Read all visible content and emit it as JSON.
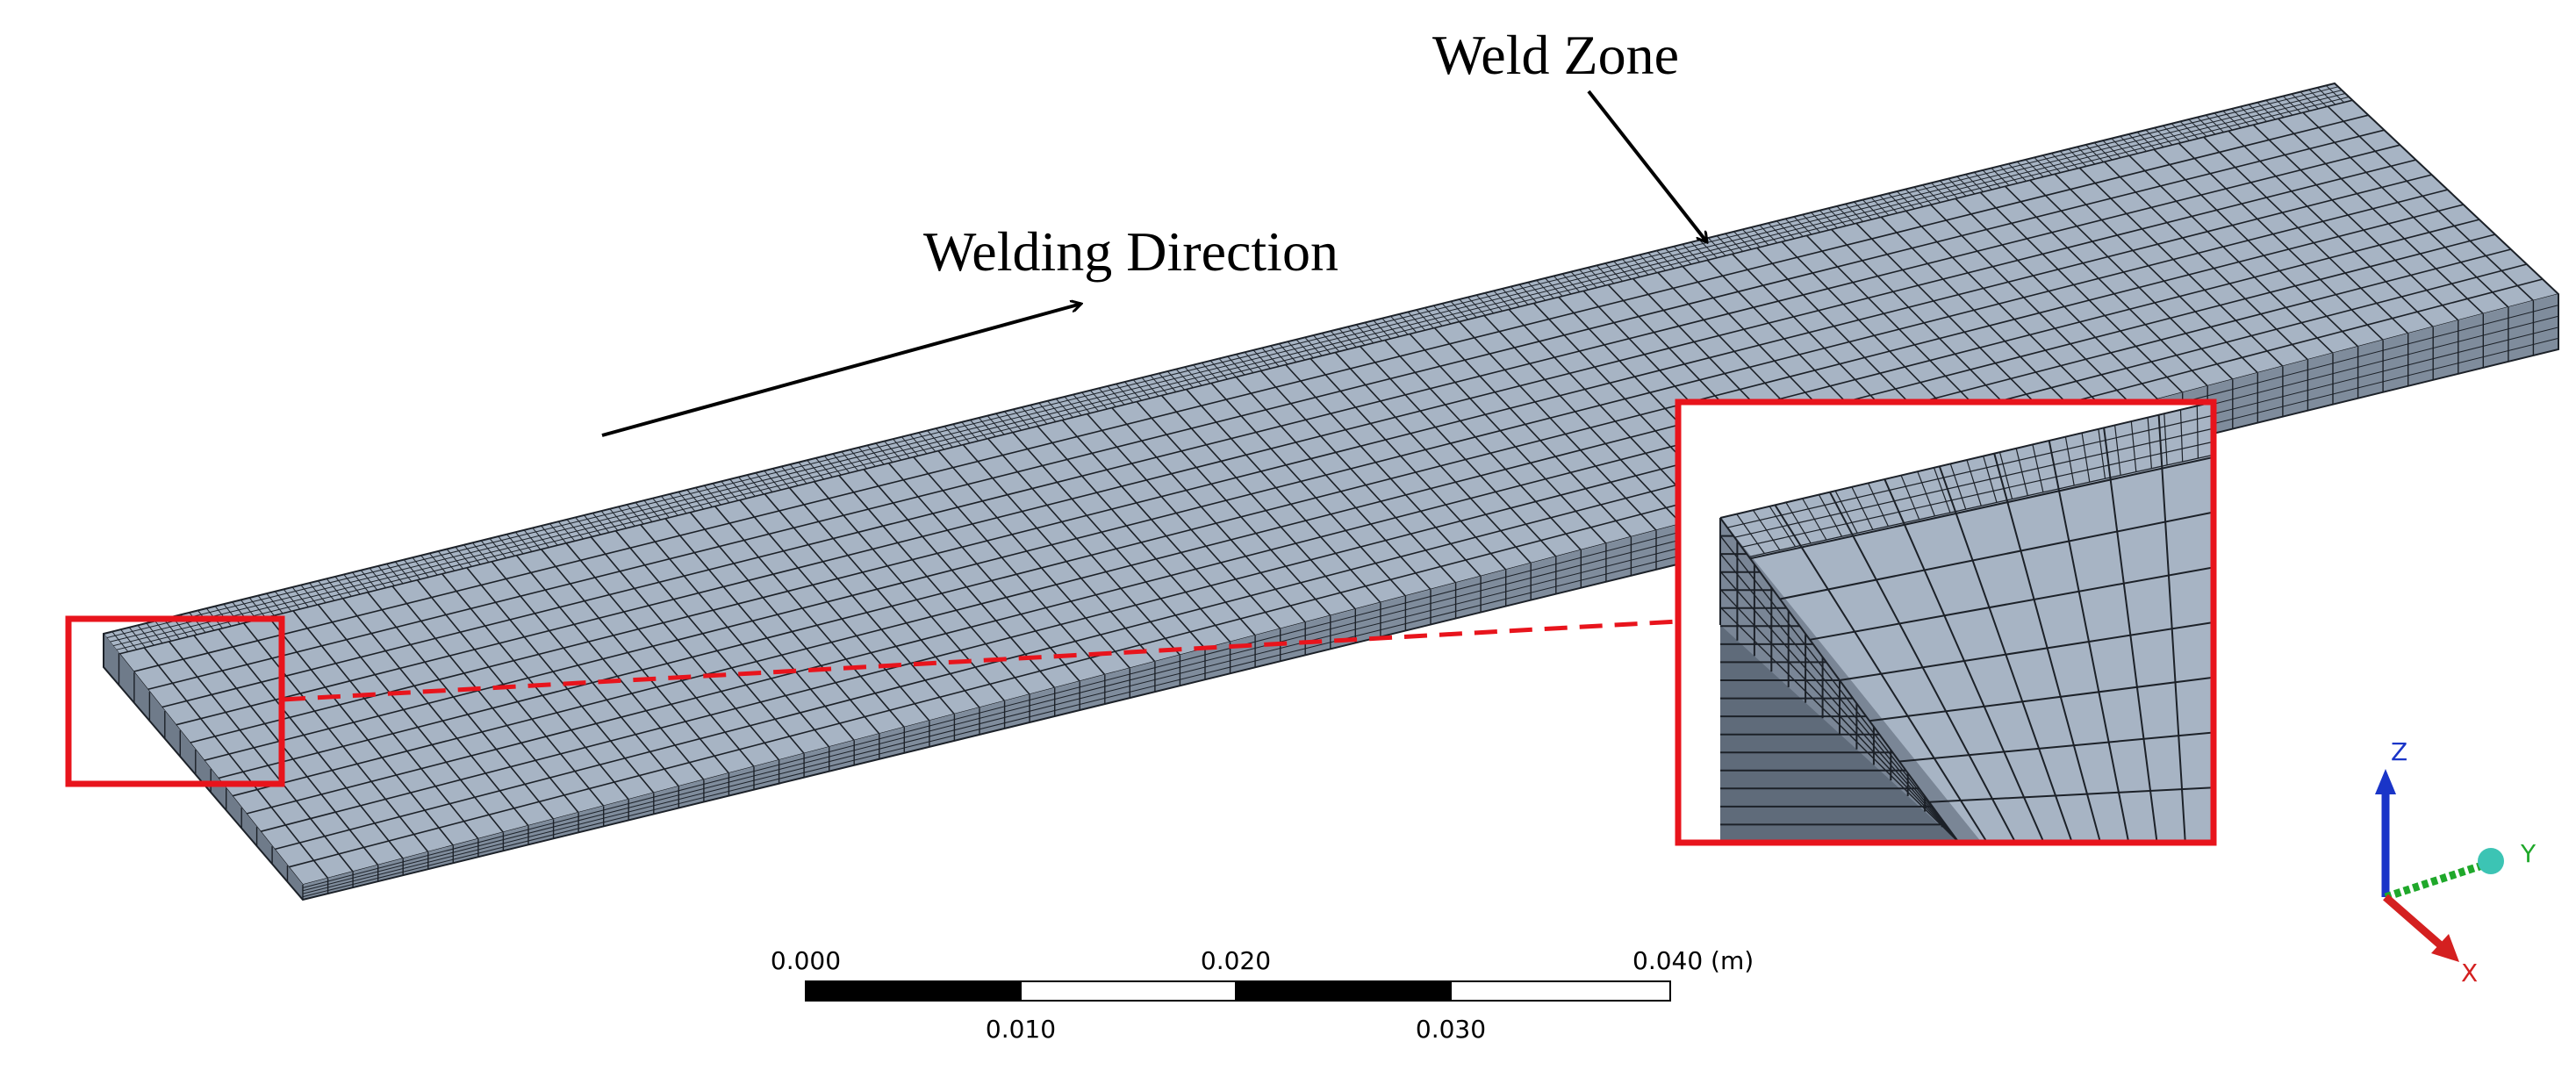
{
  "annotations": {
    "weld_zone": "Weld Zone",
    "welding_direction": "Welding Direction"
  },
  "scale_bar": {
    "top_ticks": [
      "0.000",
      "0.020",
      "0.040 (m)"
    ],
    "bottom_ticks": [
      "0.010",
      "0.030"
    ]
  },
  "triad": {
    "z_label": "Z",
    "y_label": "Y",
    "x_label": "X"
  },
  "colors": {
    "mesh_top": "#a7b4c4",
    "mesh_side": "#7f8c9c",
    "mesh_line": "#1c2128",
    "highlight": "#e8141c",
    "axis_z": "#1a35c8",
    "axis_y": "#1fa82a",
    "axis_x": "#d42020"
  }
}
